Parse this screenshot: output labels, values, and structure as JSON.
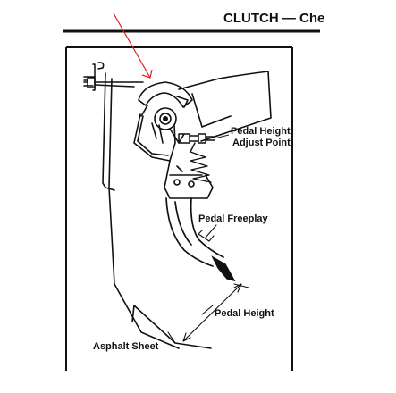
{
  "header": {
    "title": "CLUTCH — Che"
  },
  "labels": {
    "pedal_height_adjust_line1": "Pedal Height",
    "pedal_height_adjust_line2": "Adjust Point",
    "pedal_freeplay": "Pedal Freeplay",
    "pedal_height": "Pedal Height",
    "asphalt_sheet": "Asphalt Sheet"
  },
  "colors": {
    "ink": "#111111",
    "annotation_arrow": "#e02020",
    "background": "#ffffff"
  }
}
